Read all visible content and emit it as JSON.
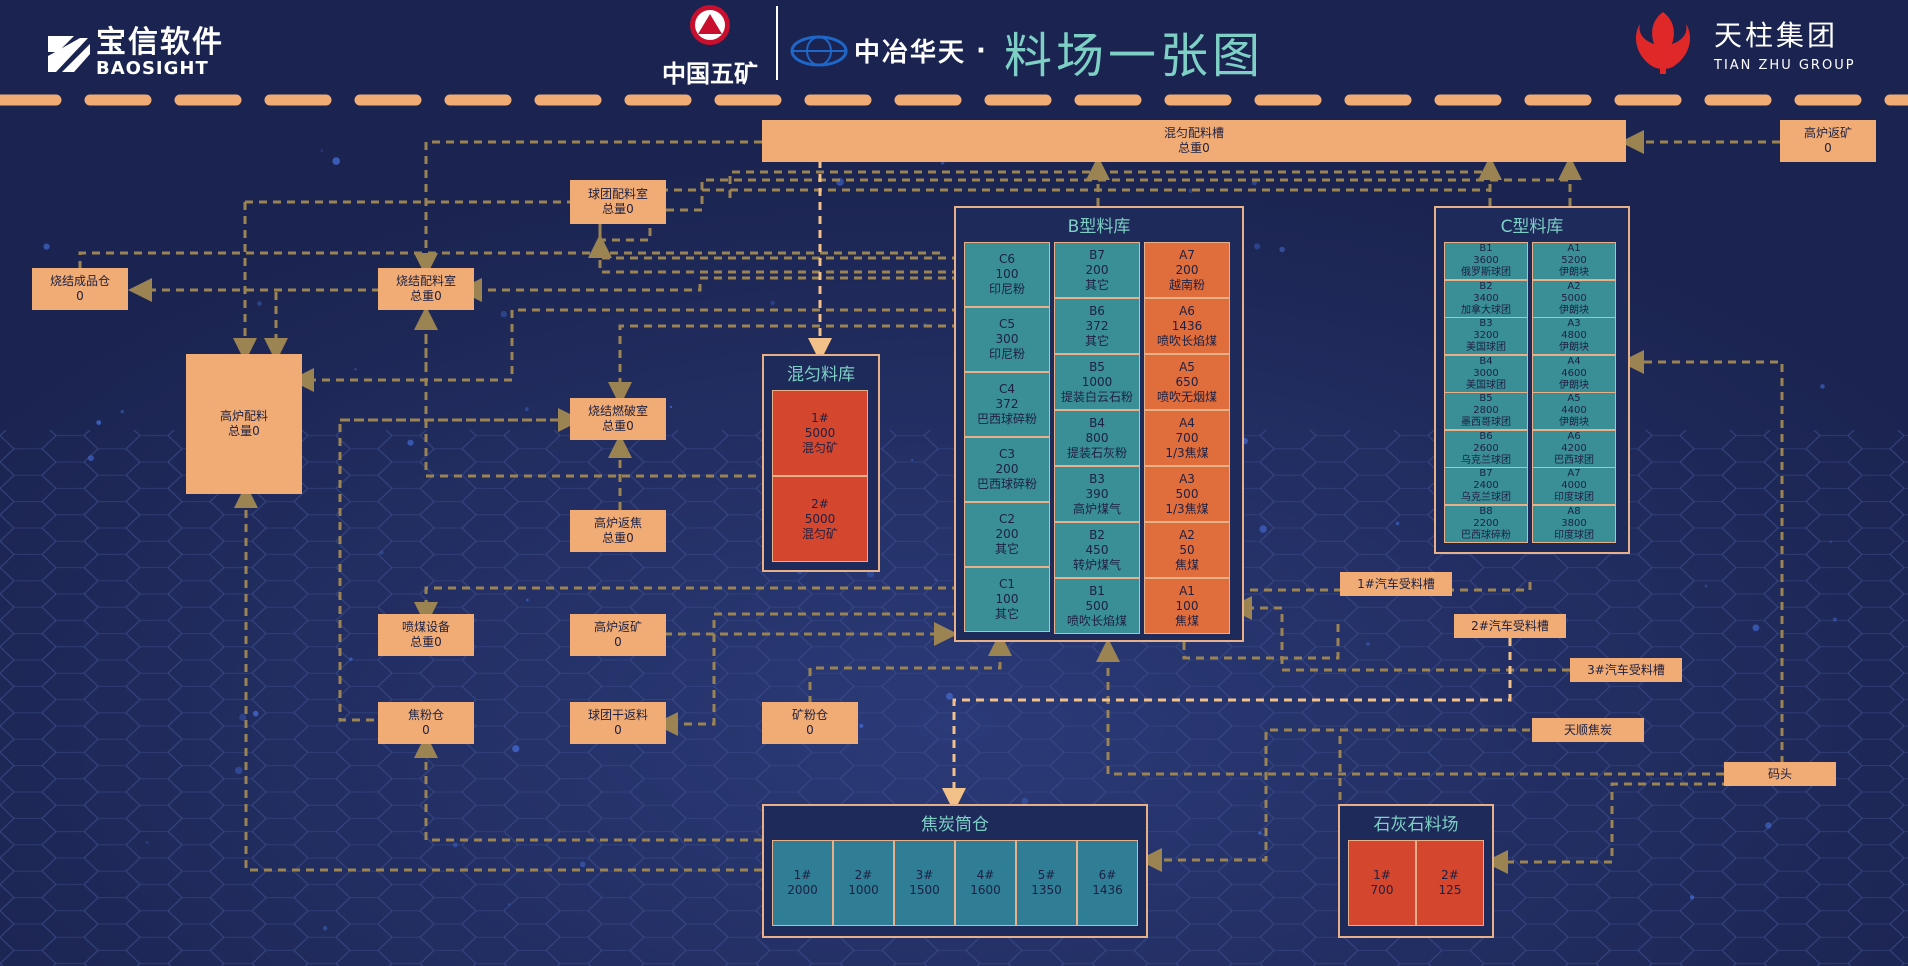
{
  "header": {
    "baosight_cn": "宝信软件",
    "baosight_en": "BAOSIGHT",
    "minmetals_name": "中国五矿",
    "mcc_name": "中冶华天",
    "separator": "·",
    "title": "料场一张图",
    "tianzhu_cn": "天柱集团",
    "tianzhu_en": "TIAN ZHU GROUP"
  },
  "colors": {
    "background": "#1b2450",
    "box": "#f0ac74",
    "teal": "#3a8e96",
    "orange": "#e06d3c",
    "red": "#d4472e",
    "title": "#7ed0c6",
    "flow_line": "#9b8352"
  },
  "boxes": {
    "mix_tank": [
      "混匀配料槽",
      "总重0"
    ],
    "bf_return_top": [
      "高炉返矿",
      "0"
    ],
    "pellet_room": [
      "球团配料室",
      "总量0"
    ],
    "sinter_product": [
      "烧结成品仓",
      "0"
    ],
    "sinter_room": [
      "烧结配料室",
      "总重0"
    ],
    "bf_batching": [
      "高炉配料",
      "总量0"
    ],
    "sinter_crush": [
      "烧结燃破室",
      "总重0"
    ],
    "bf_return_coke": [
      "高炉返焦",
      "总重0"
    ],
    "coal_injection": [
      "喷煤设备",
      "总重0"
    ],
    "bf_return_mid": [
      "高炉返矿",
      "0"
    ],
    "coke_powder": [
      "焦粉仓",
      "0"
    ],
    "pellet_dry_return": [
      "球团干返料",
      "0"
    ],
    "ore_powder": [
      "矿粉仓",
      "0"
    ],
    "truck1": [
      "1#汽车受料槽"
    ],
    "truck2": [
      "2#汽车受料槽"
    ],
    "truck3": [
      "3#汽车受料槽"
    ],
    "tianshun": [
      "天顺焦炭"
    ],
    "dock": [
      "码头"
    ]
  },
  "mixing_store": {
    "title": "混匀料库",
    "cells": [
      [
        "1#",
        "5000",
        "混匀矿"
      ],
      [
        "2#",
        "5000",
        "混匀矿"
      ]
    ]
  },
  "b_store": {
    "title": "B型料库",
    "col_c": [
      [
        "C6",
        "100",
        "印尼粉"
      ],
      [
        "C5",
        "300",
        "印尼粉"
      ],
      [
        "C4",
        "372",
        "巴西球碎粉"
      ],
      [
        "C3",
        "200",
        "巴西球碎粉"
      ],
      [
        "C2",
        "200",
        "其它"
      ],
      [
        "C1",
        "100",
        "其它"
      ]
    ],
    "col_b": [
      [
        "B7",
        "200",
        "其它"
      ],
      [
        "B6",
        "372",
        "其它"
      ],
      [
        "B5",
        "1000",
        "提装白云石粉"
      ],
      [
        "B4",
        "800",
        "提装石灰粉"
      ],
      [
        "B3",
        "390",
        "高炉煤气"
      ],
      [
        "B2",
        "450",
        "转炉煤气"
      ],
      [
        "B1",
        "500",
        "喷吹长焰煤"
      ]
    ],
    "col_a": [
      [
        "A7",
        "200",
        "越南粉"
      ],
      [
        "A6",
        "1436",
        "喷吹长焰煤"
      ],
      [
        "A5",
        "650",
        "喷吹无烟煤"
      ],
      [
        "A4",
        "700",
        "1/3焦煤"
      ],
      [
        "A3",
        "500",
        "1/3焦煤"
      ],
      [
        "A2",
        "50",
        "焦煤"
      ],
      [
        "A1",
        "100",
        "焦煤"
      ]
    ]
  },
  "c_store": {
    "title": "C型料库",
    "col_b": [
      [
        "B1",
        "3600",
        "俄罗斯球团"
      ],
      [
        "B2",
        "3400",
        "加拿大球团"
      ],
      [
        "B3",
        "3200",
        "美国球团"
      ],
      [
        "B4",
        "3000",
        "美国球团"
      ],
      [
        "B5",
        "2800",
        "墨西哥球团"
      ],
      [
        "B6",
        "2600",
        "乌克兰球团"
      ],
      [
        "B7",
        "2400",
        "乌克兰球团"
      ],
      [
        "B8",
        "2200",
        "巴西球碎粉"
      ]
    ],
    "col_a": [
      [
        "A1",
        "5200",
        "伊朗块"
      ],
      [
        "A2",
        "5000",
        "伊朗块"
      ],
      [
        "A3",
        "4800",
        "伊朗块"
      ],
      [
        "A4",
        "4600",
        "伊朗块"
      ],
      [
        "A5",
        "4400",
        "伊朗块"
      ],
      [
        "A6",
        "4200",
        "巴西球团"
      ],
      [
        "A7",
        "4000",
        "印度球团"
      ],
      [
        "A8",
        "3800",
        "印度球团"
      ]
    ]
  },
  "coke_silo": {
    "title": "焦炭筒仓",
    "cells": [
      [
        "1#",
        "2000"
      ],
      [
        "2#",
        "1000"
      ],
      [
        "3#",
        "1500"
      ],
      [
        "4#",
        "1600"
      ],
      [
        "5#",
        "1350"
      ],
      [
        "6#",
        "1436"
      ]
    ]
  },
  "limestone": {
    "title": "石灰石料场",
    "cells": [
      [
        "1#",
        "700"
      ],
      [
        "2#",
        "125"
      ]
    ]
  }
}
